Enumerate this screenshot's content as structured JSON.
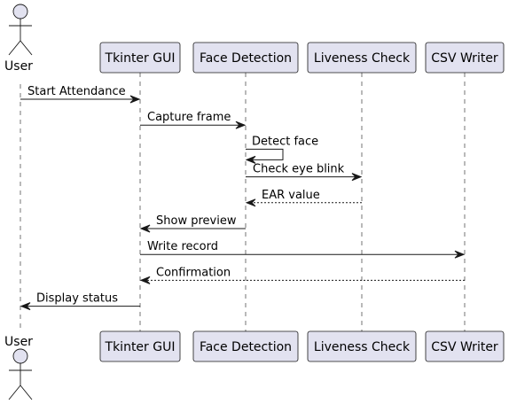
{
  "diagram": {
    "type": "sequence",
    "participants": [
      {
        "id": "user",
        "kind": "actor",
        "label": "User"
      },
      {
        "id": "gui",
        "kind": "participant",
        "label": "Tkinter GUI"
      },
      {
        "id": "face",
        "kind": "participant",
        "label": "Face Detection"
      },
      {
        "id": "live",
        "kind": "participant",
        "label": "Liveness Check"
      },
      {
        "id": "csv",
        "kind": "participant",
        "label": "CSV Writer"
      }
    ],
    "messages": [
      {
        "from": "user",
        "to": "gui",
        "label": "Start Attendance",
        "style": "solid"
      },
      {
        "from": "gui",
        "to": "face",
        "label": "Capture frame",
        "style": "solid"
      },
      {
        "from": "face",
        "to": "face",
        "label": "Detect face",
        "style": "solid"
      },
      {
        "from": "face",
        "to": "live",
        "label": "Check eye blink",
        "style": "solid"
      },
      {
        "from": "live",
        "to": "face",
        "label": "EAR value",
        "style": "dashed"
      },
      {
        "from": "face",
        "to": "gui",
        "label": "Show preview",
        "style": "solid"
      },
      {
        "from": "gui",
        "to": "csv",
        "label": "Write record",
        "style": "solid"
      },
      {
        "from": "csv",
        "to": "gui",
        "label": "Confirmation",
        "style": "dashed"
      },
      {
        "from": "gui",
        "to": "user",
        "label": "Display status",
        "style": "solid"
      }
    ]
  }
}
